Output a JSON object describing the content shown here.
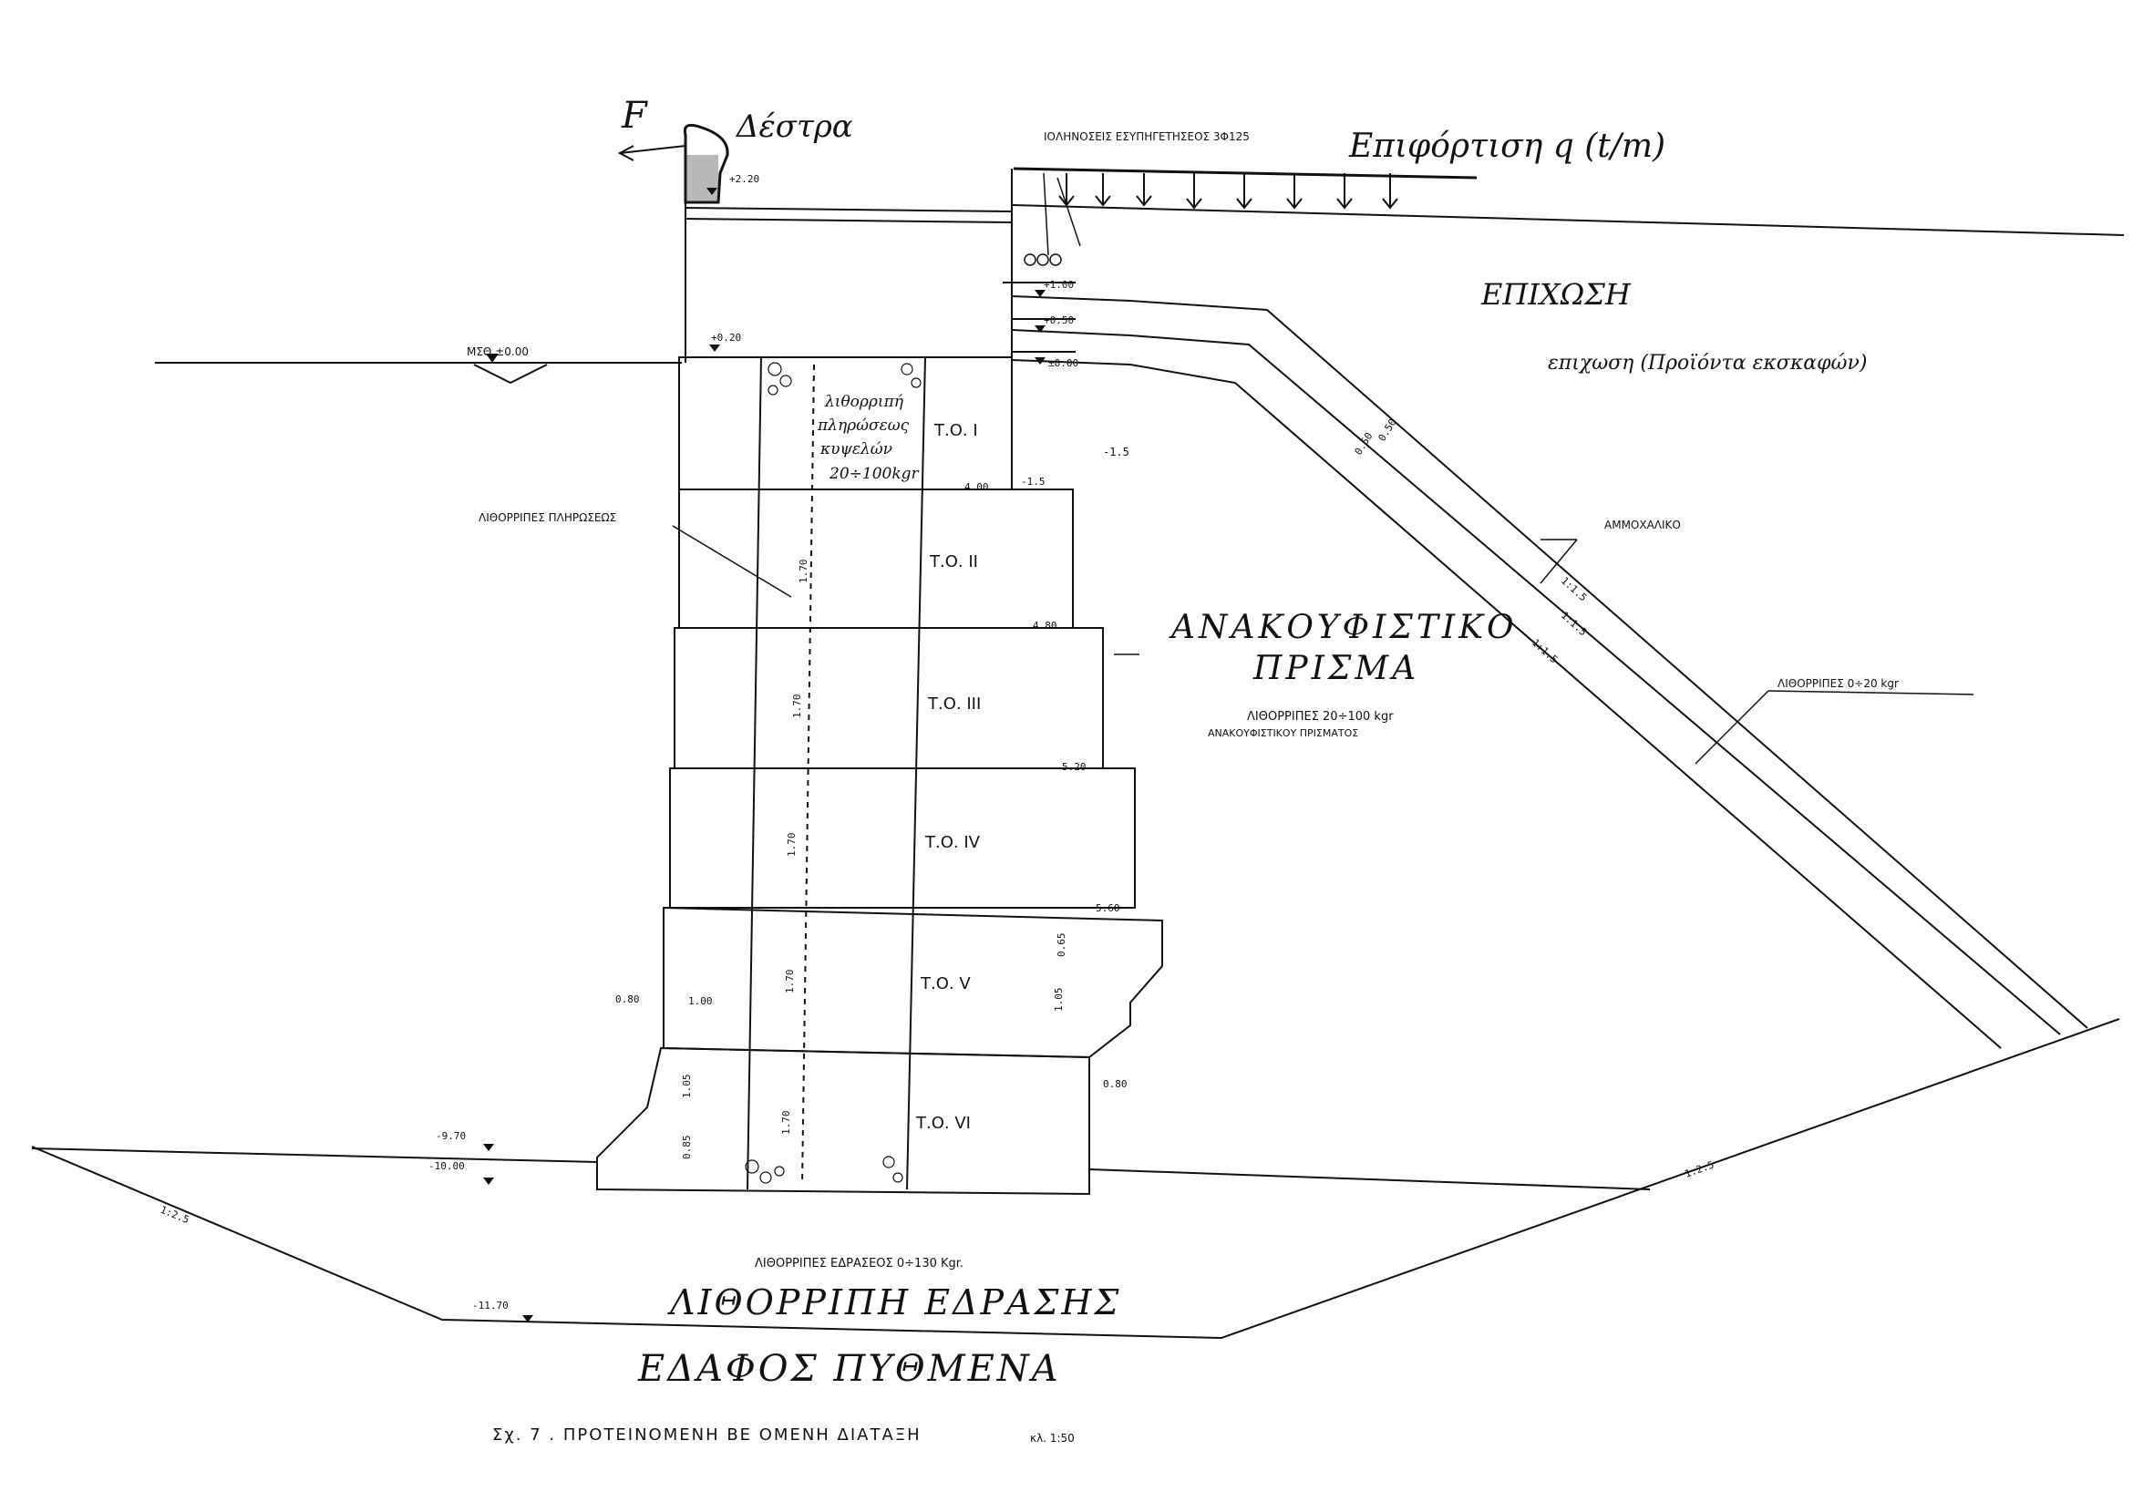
{
  "figure": {
    "caption": "Σχ. 7 . ΠΡΟΤΕΙΝΟΜΕΝΗ ΒΕ   ΟΜΕΝΗ ΔΙΑΤΑΞΗ",
    "scale": "κλ. 1:50"
  },
  "annotations": {
    "force": "F",
    "bollard": "Δέστρα",
    "load": "Επιφόρτιση q (t/m)",
    "drain_note": "ΙΟΛΗΝΟΣΕΙΣ ΕΣΥΠΗΓΕΤΗΣΕΟΣ 3Φ125",
    "fill": "ΕΠΙΧΩΣΗ",
    "fill_detail": "επιχωση (Προϊόντα εκσκαφών)",
    "sand_gravel": "ΑΜΜΟΧΑΛΙΚΟ",
    "rubble_fill_label": "ΛΙΘΟΡΡΙΠΕΣ ΠΛΗΡΩΣΕΩΣ",
    "rubble_small": "ΛΙΘΟΡΡΙΠΕΣ 0÷20 kgr",
    "infill_line1": "λιθορριπή",
    "infill_line2": "πληρώσεως",
    "infill_line3": "κυψελών",
    "infill_line4": "20÷100kgr",
    "relief_prism_1": "ΑΝΑΚΟΥΦΙΣΤΙΚΟ",
    "relief_prism_2": "ΠΡΙΣΜΑ",
    "relief_rubble": "ΛΙΘΟΡΡΙΠΕΣ 20÷100 kgr",
    "relief_rubble_sub": "ΑΝΑΚΟΥΦΙΣΤΙΚΟΥ ΠΡΙΣΜΑΤΟΣ",
    "base_rubble": "ΛΙΘΟΡΡΙΠΕΣ ΕΔΡΑΣΕΟΣ 0÷130 Kgr.",
    "base_layer": "ΛΙΘΟΡΡΙΠΗ ΕΔΡΑΣΗΣ",
    "seabed": "ΕΔΑΦΟΣ ΠΥΘΜΕΝΑ",
    "msl": "ΜΣΘ ±0.00"
  },
  "blocks": [
    {
      "label": "Τ.Ο. I",
      "width": "4.00"
    },
    {
      "label": "Τ.Ο. II",
      "width": "4.80"
    },
    {
      "label": "Τ.Ο. III",
      "width": "5.20"
    },
    {
      "label": "Τ.Ο. IV",
      "width": "5.60"
    },
    {
      "label": "Τ.Ο. V",
      "width": ""
    },
    {
      "label": "Τ.Ο. VI",
      "width": ""
    }
  ],
  "levels": {
    "crown": "+2.20",
    "top_block": "+0.20",
    "fill_1": "+1.00",
    "fill_2": "+0.50",
    "fill_3": "±0.00",
    "minus_1": "-1.5",
    "base_top": "-9.70",
    "base": "-10.00",
    "bottom": "-11.70"
  },
  "dims": {
    "cell_h": "1.70",
    "wall_w": "1.00",
    "toe": "0.80",
    "toe_right": "0.80",
    "step_v": "0.65",
    "step_h": "1.05",
    "base_h": "1.05",
    "base_toe": "0.85",
    "layer_a": "0.50",
    "layer_b": "0.50",
    "slope_steep": "1:1.5",
    "slope_base": "1:2.5"
  }
}
